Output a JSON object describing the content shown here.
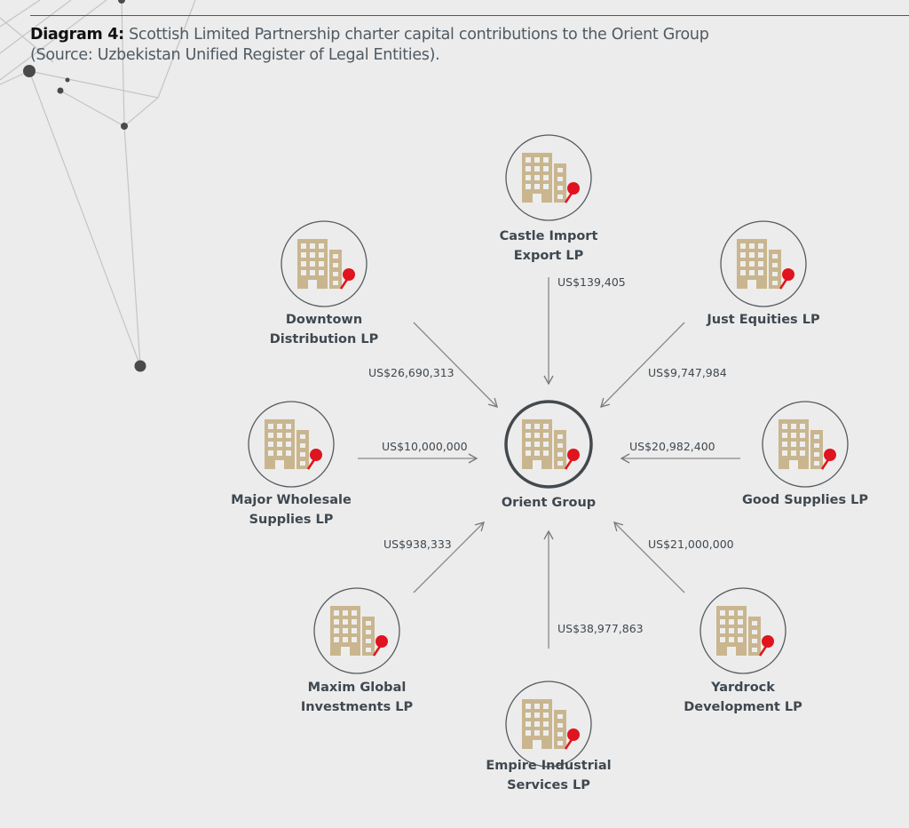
{
  "caption": {
    "bold": "Diagram 4:",
    "line1": " Scottish Limited Partnership charter capital contributions to the Orient Group",
    "line2": "(Source: Uzbekistan Unified Register of Legal Entities)."
  },
  "colors": {
    "building": "#c9b68f",
    "pin": "#e0141e",
    "ring": "#555b60",
    "text": "#3f4850"
  },
  "center": {
    "name": "Orient Group",
    "icon": "building-pin-icon"
  },
  "contributors": [
    {
      "name": [
        "Castle Import",
        "Export LP"
      ],
      "amount": "US$139,405",
      "position": "top"
    },
    {
      "name": [
        "Downtown",
        "Distribution LP"
      ],
      "amount": "US$26,690,313",
      "position": "top-left"
    },
    {
      "name": [
        "Just Equities LP"
      ],
      "amount": "US$9,747,984",
      "position": "top-right"
    },
    {
      "name": [
        "Major Wholesale",
        "Supplies LP"
      ],
      "amount": "US$10,000,000",
      "position": "left"
    },
    {
      "name": [
        "Good Supplies LP"
      ],
      "amount": "US$20,982,400",
      "position": "right"
    },
    {
      "name": [
        "Maxim Global",
        "Investments LP"
      ],
      "amount": "US$938,333",
      "position": "bottom-left"
    },
    {
      "name": [
        "Yardrock",
        "Development LP"
      ],
      "amount": "US$21,000,000",
      "position": "bottom-right"
    },
    {
      "name": [
        "Empire Industrial",
        "Services LP"
      ],
      "amount": "US$38,977,863",
      "position": "bottom"
    }
  ]
}
